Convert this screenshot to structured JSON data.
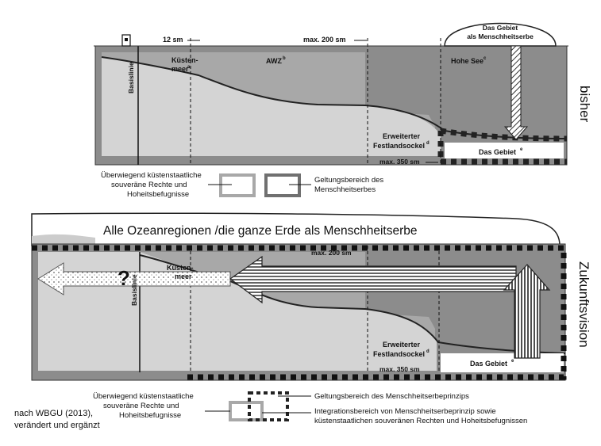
{
  "top": {
    "label_12sm": "12 sm",
    "label_200sm": "max. 200 sm",
    "label_350sm": "max. 350 sm",
    "basislinie": "Basislinie",
    "kuesten_line1": "Küsten-",
    "kuesten_line2": "meer",
    "kuesten_sup": "a",
    "awz": "AWZ",
    "awz_sup": "b",
    "hohe_see": "Hohe See",
    "hohe_see_sup": "c",
    "erweiterter_line1": "Erweiterter",
    "erweiterter_line2": "Festlandsockel",
    "erweiterter_sup": "d",
    "gebiet": "Das Gebiet",
    "gebiet_sup": "e",
    "dome_line1": "Das Gebiet",
    "dome_line2": "als Menschheitserbe",
    "side_label": "bisher",
    "legend": {
      "left_line1": "Überwiegend küstenstaatliche",
      "left_line2": "souveräne Rechte und",
      "left_line3": "Hoheitsbefugnisse",
      "right_line1": "Geltungsbereich des",
      "right_line2": "Menschheitserbes"
    }
  },
  "bottom": {
    "title": "Alle Ozeanregionen /die ganze Erde als Menschheitserbe",
    "label_200sm": "max. 200 sm",
    "label_350sm": "max. 350 sm",
    "basislinie": "Basislinie",
    "kuesten_line1": "Küsten-",
    "kuesten_line2": "meer",
    "question": "?",
    "erweiterter_line1": "Erweiterter",
    "erweiterter_line2": "Festlandsockel",
    "erweiterter_sup": "d",
    "gebiet": "Das Gebiet",
    "gebiet_sup": "e",
    "side_label": "Zukunftsvision",
    "legend": {
      "left_line1": "Überwiegend küstenstaatliche",
      "left_line2": "souveräne Rechte und",
      "left_line3": "Hoheitsbefugnisse",
      "right1": "Geltungsbereich des Menschheitserbeprinzips",
      "right2_line1": "Integrationsbereich von Menschheitserbeprinzip sowie",
      "right2_line2": "küstenstaatlichen souveränen Rechten und Hoheitsbefugnissen"
    }
  },
  "source_line1": "nach WBGU (2013),",
  "source_line2": "verändert und ergänzt"
}
